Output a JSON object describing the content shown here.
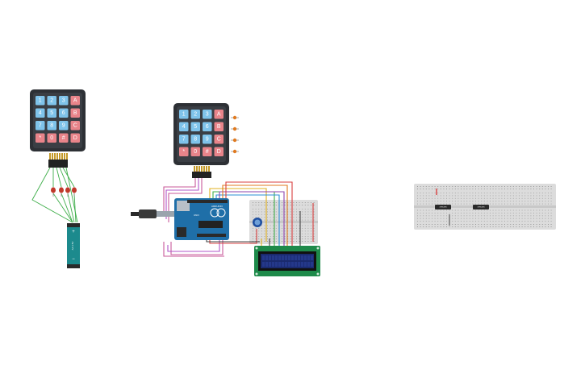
{
  "keypad": {
    "keys": [
      [
        "1",
        "2",
        "3",
        "A"
      ],
      [
        "4",
        "5",
        "6",
        "B"
      ],
      [
        "7",
        "8",
        "9",
        "C"
      ],
      [
        "*",
        "0",
        "#",
        "D"
      ]
    ],
    "number_color": "#7fc3ea",
    "letter_color": "#e8848a",
    "body_color": "#2d3035"
  },
  "battery": {
    "label": "AA 1.5V",
    "plus": "+",
    "minus": "−",
    "color": "#1c8a8d"
  },
  "arduino": {
    "logo": "UNO",
    "brand": "ARDUINO",
    "color": "#1f6fa8"
  },
  "lcd": {
    "rows": 2,
    "cols": 16,
    "screen_color": "#1a2a6e",
    "pcb_color": "#1e8a4a"
  },
  "chips": [
    {
      "label": "74HC595"
    },
    {
      "label": "74HC595"
    }
  ]
}
